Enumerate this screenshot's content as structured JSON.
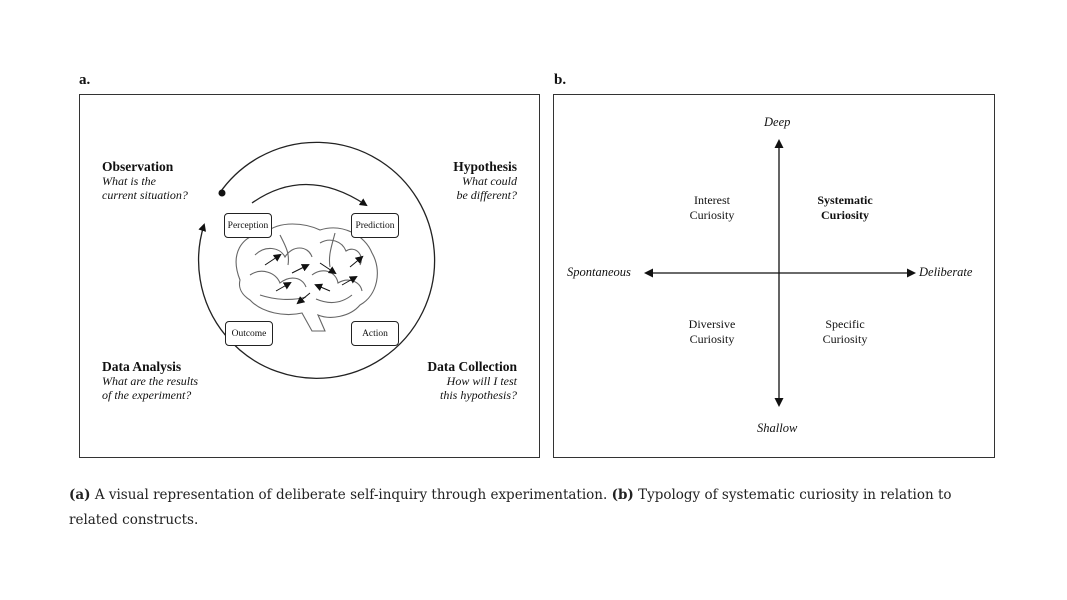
{
  "panel_a": {
    "label": "a.",
    "stages": {
      "observation": {
        "title": "Observation",
        "question_1": "What is the",
        "question_2": "current situation?"
      },
      "hypothesis": {
        "title": "Hypothesis",
        "question_1": "What could",
        "question_2": "be different?"
      },
      "analysis": {
        "title": "Data Analysis",
        "question_1": "What are the results",
        "question_2": "of the experiment?"
      },
      "collection": {
        "title": "Data Collection",
        "question_1": "How will I test",
        "question_2": "this hypothesis?"
      }
    },
    "nodes": {
      "perception": "Perception",
      "prediction": "Prediction",
      "outcome": "Outcome",
      "action": "Action"
    }
  },
  "panel_b": {
    "label": "b.",
    "axes": {
      "top": "Deep",
      "bottom": "Shallow",
      "left": "Spontaneous",
      "right": "Deliberate"
    },
    "quadrants": {
      "top_left": {
        "line_1": "Interest",
        "line_2": "Curiosity"
      },
      "top_right": {
        "line_1": "Systematic",
        "line_2": "Curiosity"
      },
      "bottom_left": {
        "line_1": "Diversive",
        "line_2": "Curiosity"
      },
      "bottom_right": {
        "line_1": "Specific",
        "line_2": "Curiosity"
      }
    }
  },
  "caption": {
    "a_marker": "(a)",
    "a_text": " A visual representation of deliberate self-inquiry through experimentation. ",
    "b_marker": "(b)",
    "b_text": " Typology of systematic curiosity in relation to related constructs."
  },
  "icons": {
    "brain": "brain-icon"
  }
}
